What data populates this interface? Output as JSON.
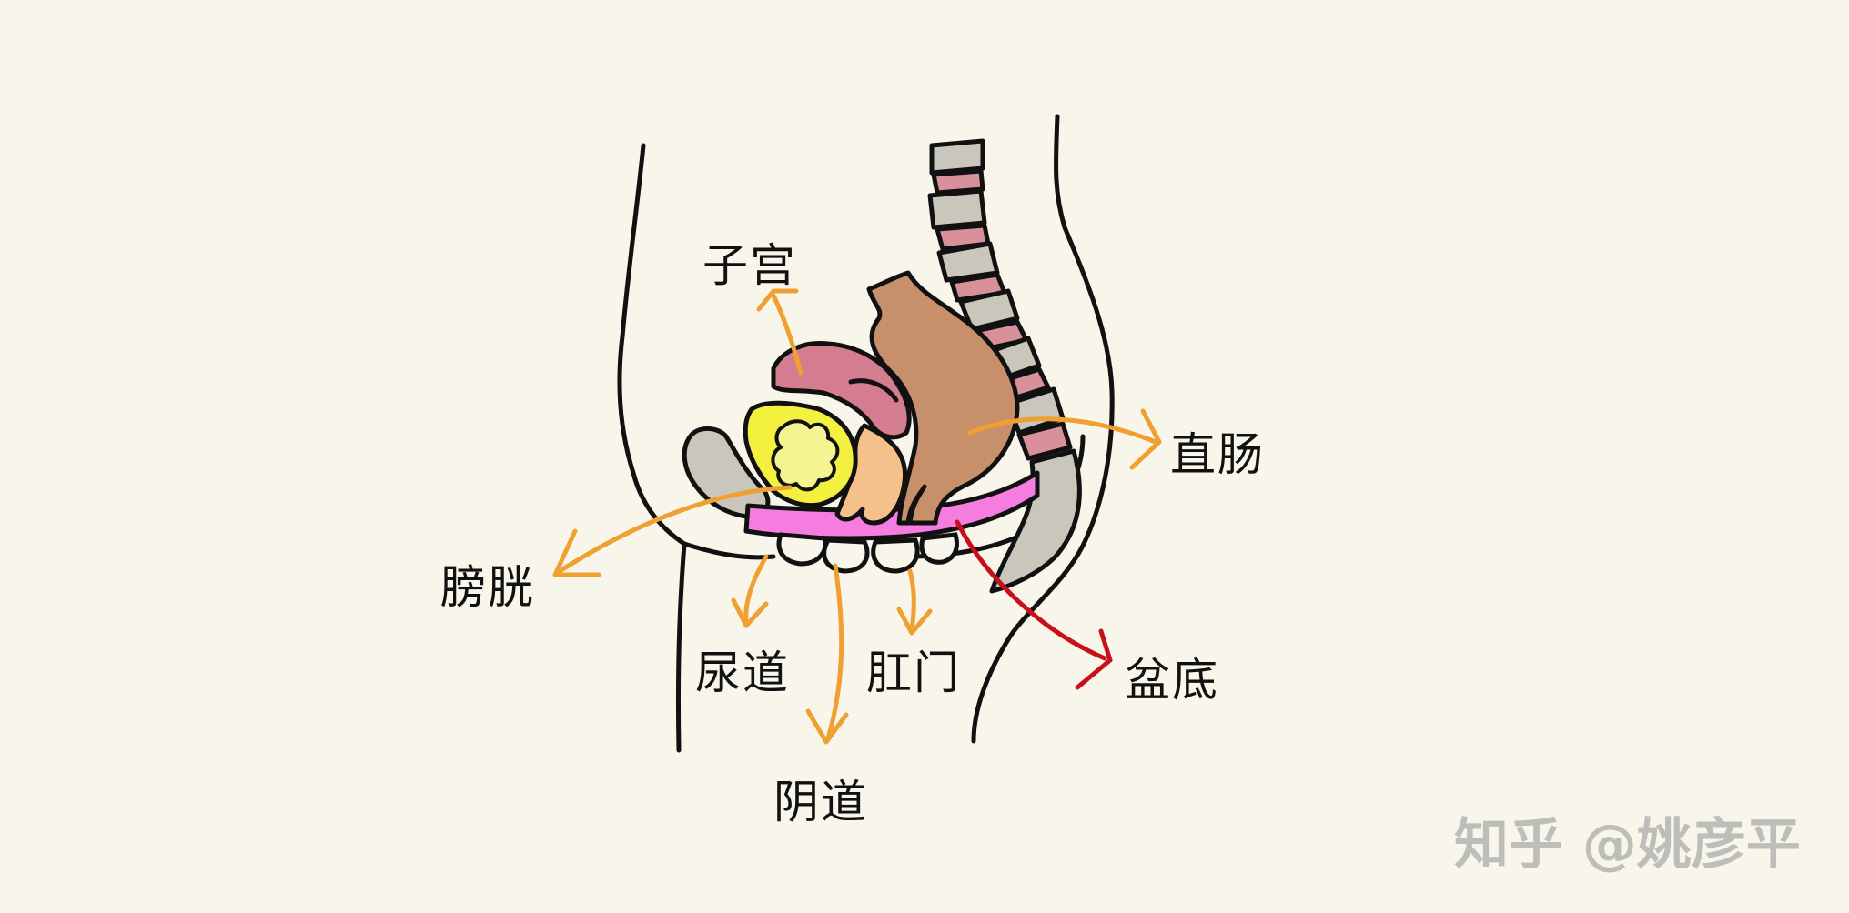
{
  "labels": {
    "uterus": "子宫",
    "rectum": "直肠",
    "bladder": "膀胱",
    "urethra": "尿道",
    "anus": "肛门",
    "pelvic_floor": "盆底",
    "vagina": "阴道"
  },
  "watermark": "知乎 @姚彦平",
  "colors": {
    "background": "#f8f5ea",
    "outline": "#111111",
    "arrow": "#f0a030",
    "pelvic_floor_arrow": "#c8101a",
    "pelvic_floor_muscle": "#f57de0",
    "uterus": "#d47c90",
    "bladder_outer": "#f4f040",
    "bladder_inner": "#f4f590",
    "vagina": "#f5c08a",
    "rectum": "#c8906a",
    "bone": "#c9c6bc",
    "disc": "#d8909a"
  }
}
